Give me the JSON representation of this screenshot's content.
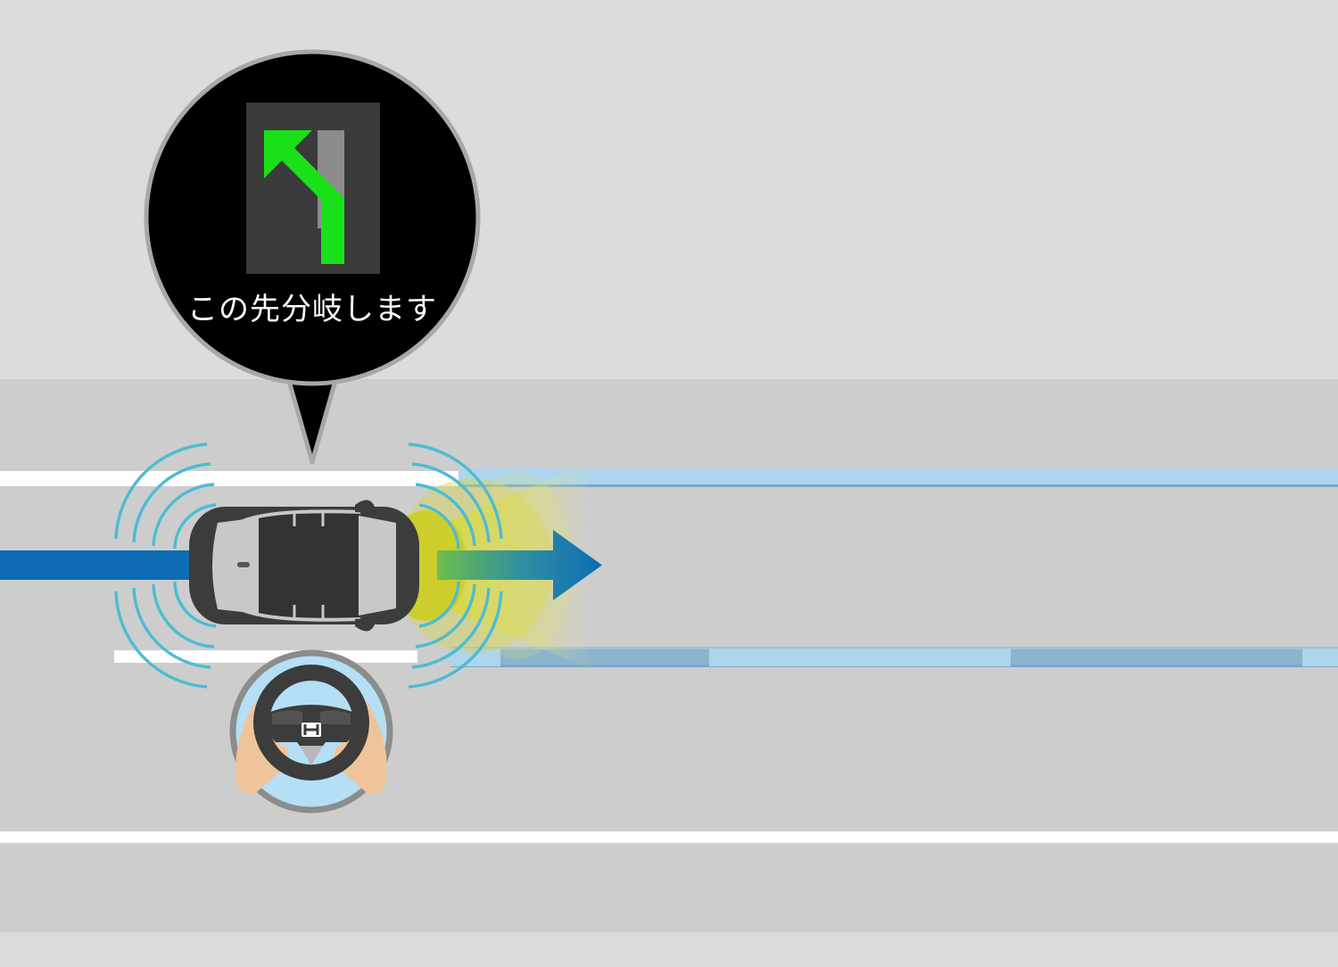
{
  "scene": {
    "name": "lane-change-assist-illustration",
    "description_text": "この先分岐します",
    "background_color": "#dcdcdc",
    "road_color": "#cdcdcd"
  },
  "bubble": {
    "message": "この先分岐します",
    "background_color": "#000000",
    "border_color": "#a8a8a8",
    "text_color": "#ffffff",
    "icon_name": "lane-branch-left-icon",
    "icon_panel_color": "#3a3a3a",
    "icon_arrow_color": "#19e019",
    "icon_stub_color": "#8c8c8c"
  },
  "road": {
    "lane_line_color": "#ffffff",
    "highlight_line_color": "#aed4ee",
    "highlight_line_dark_color": "#8cb4ce",
    "highlight_line_edge_color": "#7aa8c8",
    "upper_shoulder_color": "#dcdcdc",
    "lower_shoulder_color": "#dcdcdc"
  },
  "car": {
    "name": "ego-vehicle",
    "body_color": "#3c3c3c",
    "glass_color": "#c8c8c8",
    "roof_color": "#3a3a3a"
  },
  "sensors": {
    "wave_color": "#4cbcd2",
    "camera_cone_color": "#d8d838",
    "camera_cone_name": "front-camera-cone",
    "wave_name": "radar-wave-arc"
  },
  "arrows": {
    "rear_bar_color": "#0d6cb4",
    "rear_bar_name": "incoming-path-bar",
    "forward_arrow_name": "forward-travel-arrow",
    "forward_arrow_start_color": "#4caa5a",
    "forward_arrow_end_color": "#0d6cb4"
  },
  "steering_icon": {
    "name": "hands-on-steering-wheel-icon",
    "circle_fill": "#b4dff4",
    "circle_border": "#8c8c8c",
    "wheel_color": "#3c3c3c",
    "hand_color": "#f0c49a",
    "brand_mark": "H"
  }
}
